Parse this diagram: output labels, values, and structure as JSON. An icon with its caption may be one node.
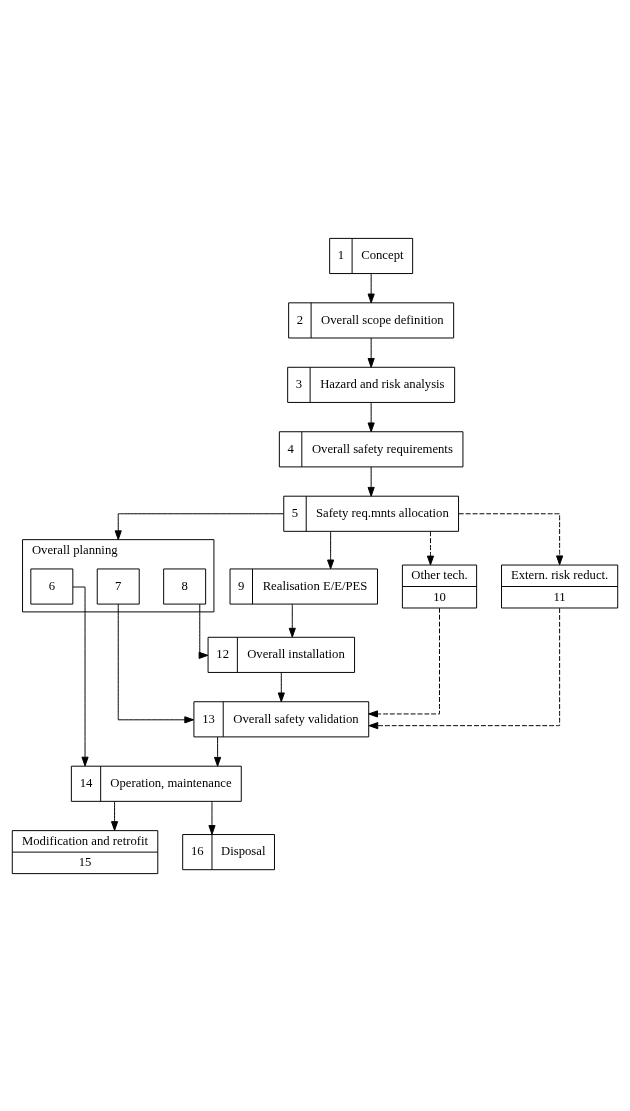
{
  "diagram": {
    "nodes": [
      {
        "text": [
          "1",
          "Concept"
        ]
      },
      {
        "text": [
          "2",
          "Overall scope definition"
        ]
      },
      {
        "text": [
          "3",
          "Hazard and risk analysis"
        ]
      },
      {
        "text": [
          "4",
          "Overall safety requirements"
        ]
      },
      {
        "text": [
          "5",
          "Safety req.mnts allocation"
        ]
      },
      {
        "text": [
          "Overall planning"
        ]
      },
      {
        "text": [
          "6"
        ],
        "in": 5
      },
      {
        "text": [
          "7"
        ],
        "in": 5
      },
      {
        "text": [
          "8"
        ],
        "in": 5
      },
      {
        "text": [
          "9",
          "Realisation E/E/PES"
        ]
      },
      {
        "text": [
          "Other tech.",
          "10"
        ]
      },
      {
        "text": [
          "12",
          "Overall installation"
        ]
      },
      {
        "text": [
          "Extern. risk reduct.",
          "11"
        ]
      },
      {
        "text": [
          "13",
          "Overall safety validation"
        ]
      },
      {
        "text": [
          "14",
          "Operation, maintenance"
        ]
      },
      {
        "text": [
          "Modification and retrofit",
          "15"
        ]
      },
      {
        "text": [
          "16",
          "Disposal"
        ]
      }
    ],
    "edges": [
      {
        "from": 0,
        "to": 1,
        "arrow": "to"
      },
      {
        "from": 1,
        "to": 2,
        "arrow": "to"
      },
      {
        "from": 2,
        "to": 3,
        "arrow": "to"
      },
      {
        "from": 3,
        "to": 4,
        "arrow": "to"
      },
      {
        "from": 4,
        "to": 5,
        "arrow": "to"
      },
      {
        "from": 4,
        "to": 9,
        "arrow": "to"
      },
      {
        "from": 4,
        "to": 10,
        "arrow": "to",
        "style": "dashed"
      },
      {
        "from": 4,
        "to": 12,
        "arrow": "to",
        "style": "dashed"
      },
      {
        "from": 9,
        "to": 11,
        "arrow": "to"
      },
      {
        "from": 8,
        "to": 11,
        "arrow": "to"
      },
      {
        "from": 11,
        "to": 13,
        "arrow": "to"
      },
      {
        "from": 7,
        "to": 13,
        "arrow": "to"
      },
      {
        "from": 10,
        "to": 13,
        "arrow": "to",
        "style": "dashed"
      },
      {
        "from": 12,
        "to": 13,
        "arrow": "to",
        "style": "dashed"
      },
      {
        "from": 13,
        "to": 14,
        "arrow": "to"
      },
      {
        "from": 6,
        "to": 14,
        "arrow": "to"
      },
      {
        "from": 14,
        "to": 15,
        "arrow": "to"
      },
      {
        "from": 14,
        "to": 16,
        "arrow": "to"
      }
    ]
  }
}
